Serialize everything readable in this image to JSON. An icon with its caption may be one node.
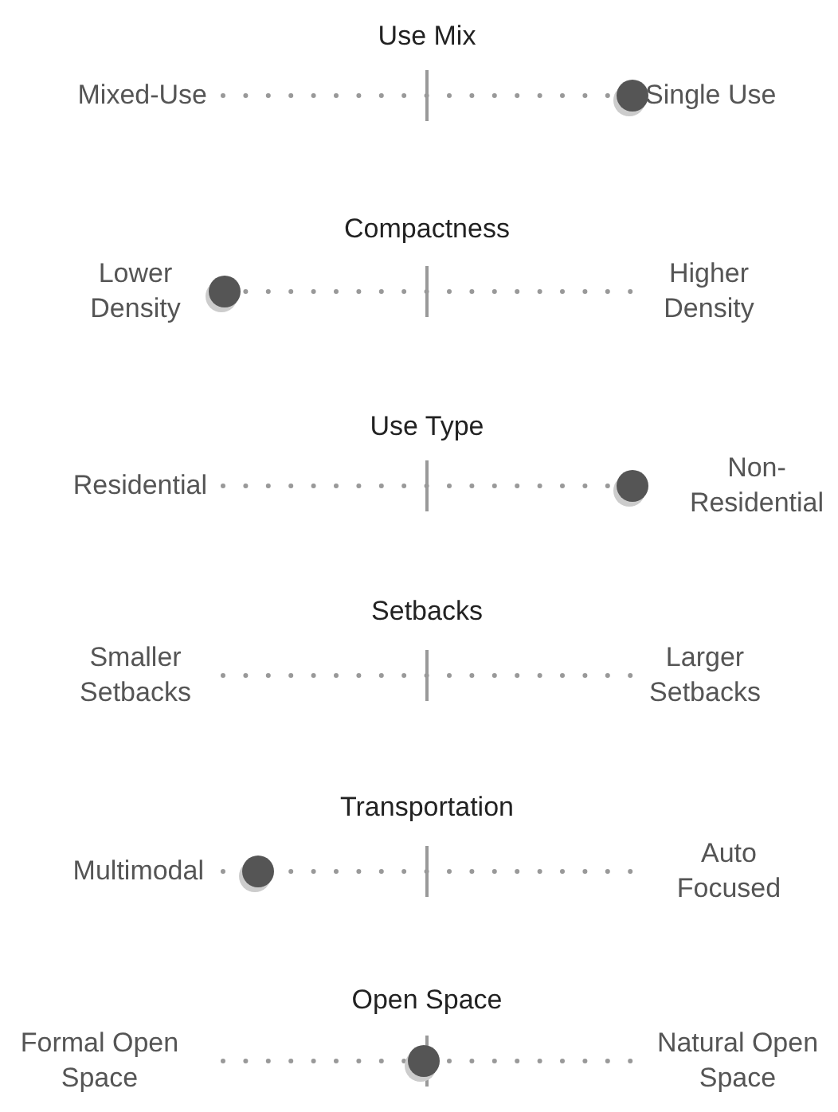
{
  "diagram": {
    "labels": [
      "Use Mix",
      "Mixed-Use",
      "Single Use",
      "Compactness",
      "Lower Density",
      "Higher Density",
      "Use Type",
      "Residential",
      "Non-Residential",
      "Setbacks",
      "Smaller Setbacks",
      "Larger Setbacks",
      "Transportation",
      "Multimodal",
      "Auto Focused",
      "Open Space",
      "Formal Open Space",
      "Natural Open Space"
    ]
  }
}
